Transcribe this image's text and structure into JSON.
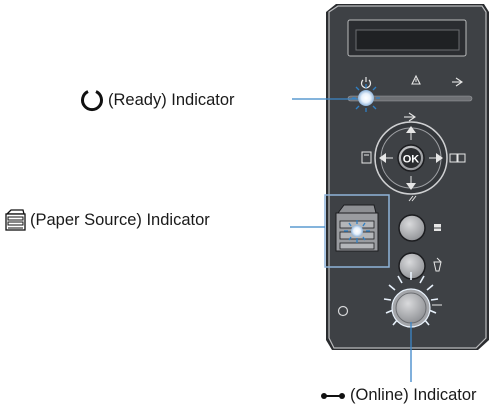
{
  "callouts": {
    "ready": {
      "label": "(Ready) Indicator",
      "icon": "power-circle-icon"
    },
    "paper_source": {
      "label": "(Paper Source) Indicator",
      "icon": "paper-tray-icon"
    },
    "online": {
      "label": "(Online) Indicator",
      "icon": "online-line-icon"
    }
  },
  "panel": {
    "ok_button_label": "OK",
    "colors": {
      "panel_face": "#3e4145",
      "panel_edge": "#b9babc",
      "panel_side": "#2a2c2f",
      "accent_blue": "#2f7fc4",
      "leader_blue": "#3b86c8",
      "highlight_box": "#8fb4da"
    }
  }
}
